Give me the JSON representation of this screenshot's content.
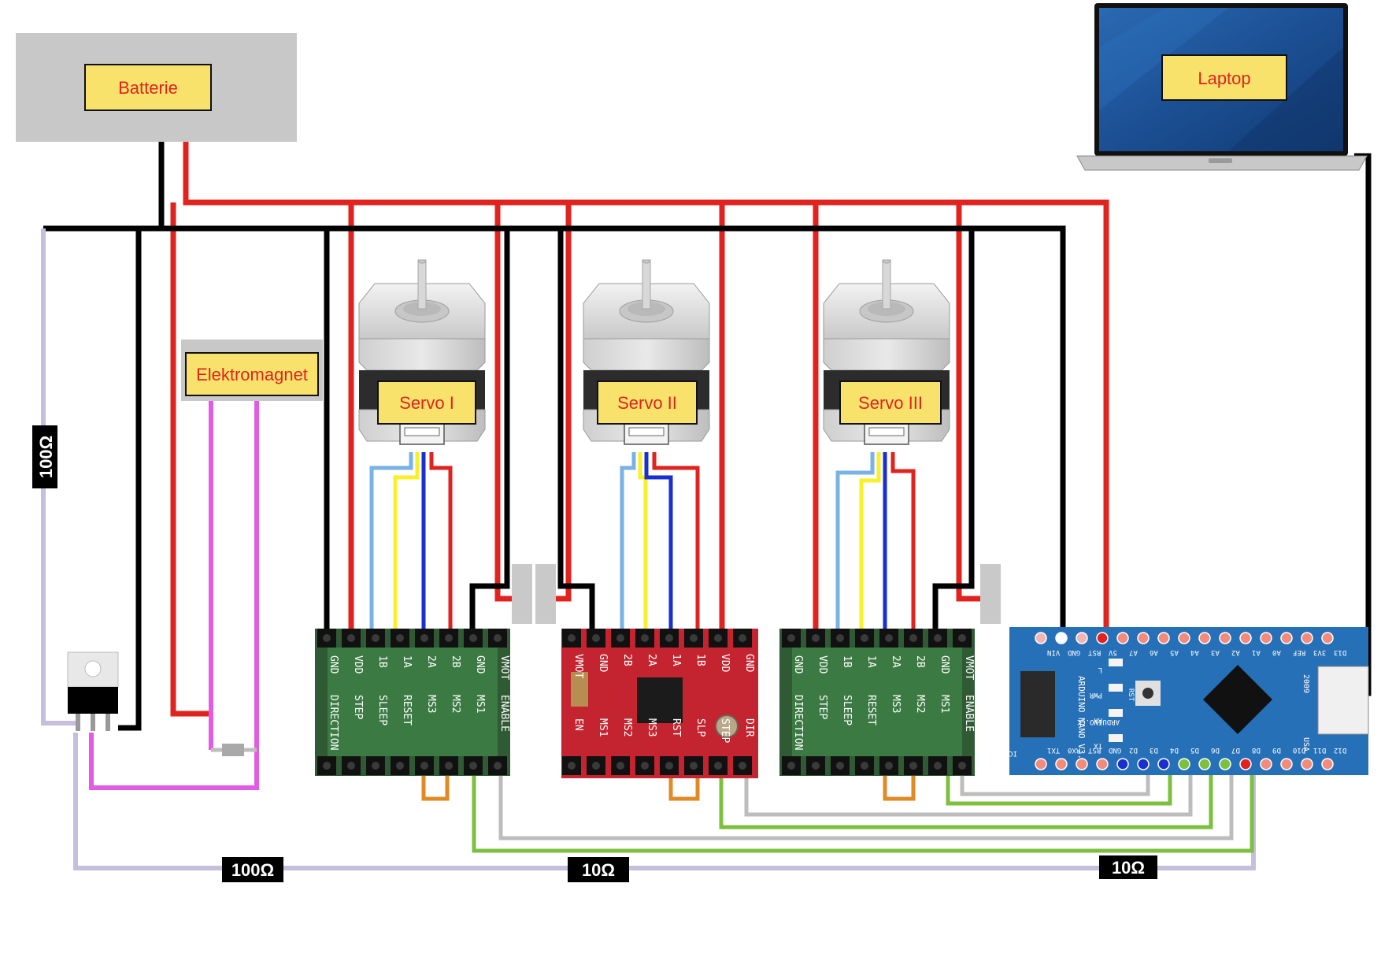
{
  "labels": {
    "battery": "Batterie",
    "laptop": "Laptop",
    "electromagnet": "Elektromagnet",
    "servo1": "Servo I",
    "servo2": "Servo II",
    "servo3": "Servo III"
  },
  "resistors": {
    "left_vertical": "100Ω",
    "bottom_left": "100Ω",
    "bottom_middle": "10Ω",
    "bottom_right": "10Ω"
  },
  "driver_pins": {
    "top": [
      "GND",
      "VDD",
      "1B",
      "1A",
      "2A",
      "2B",
      "GND",
      "VMOT"
    ],
    "bottom": [
      "DIRECTION",
      "STEP",
      "SLEEP",
      "RESET",
      "MS3",
      "MS2",
      "MS1",
      "ENABLE"
    ]
  },
  "red_driver_pins": {
    "top": [
      "VMOT",
      "GND",
      "2B",
      "2A",
      "1A",
      "1B",
      "VDD",
      "GND"
    ],
    "bottom": [
      "EN",
      "MS1",
      "MS2",
      "MS3",
      "RST",
      "SLP",
      "STEP",
      "DIR"
    ]
  },
  "arduino": {
    "model": "ARDUINO NANO V3.0",
    "top_pins": [
      "VIN",
      "GND",
      "RST",
      "5V",
      "A7",
      "A6",
      "A5",
      "A4",
      "A3",
      "A2",
      "A1",
      "A0",
      "REF",
      "3V3",
      "D13"
    ],
    "bottom_pins": [
      "TX1",
      "RX0",
      "RST",
      "GND",
      "D2",
      "D3",
      "D4",
      "D5",
      "D6",
      "D7",
      "D8",
      "D9",
      "D10",
      "D11",
      "D12"
    ],
    "icsp": "ICSP",
    "usa": "USA",
    "year": "2009",
    "brand": "ARDUINO.CC",
    "leds": [
      "L",
      "PWR",
      "RX",
      "TX"
    ],
    "button": "RST"
  },
  "colors": {
    "gnd": "#000000",
    "power": "#e0231f",
    "purple": "#c5bedd",
    "magenta": "#e25ce3",
    "green": "#7dbf3f",
    "grey": "#bdbdbd",
    "orange": "#e08a25",
    "lightblue": "#79b2e4",
    "yellow": "#f7f02a",
    "blue": "#1a2fd0",
    "label_fill": "#f9e26b",
    "label_text": "#e0231f"
  }
}
